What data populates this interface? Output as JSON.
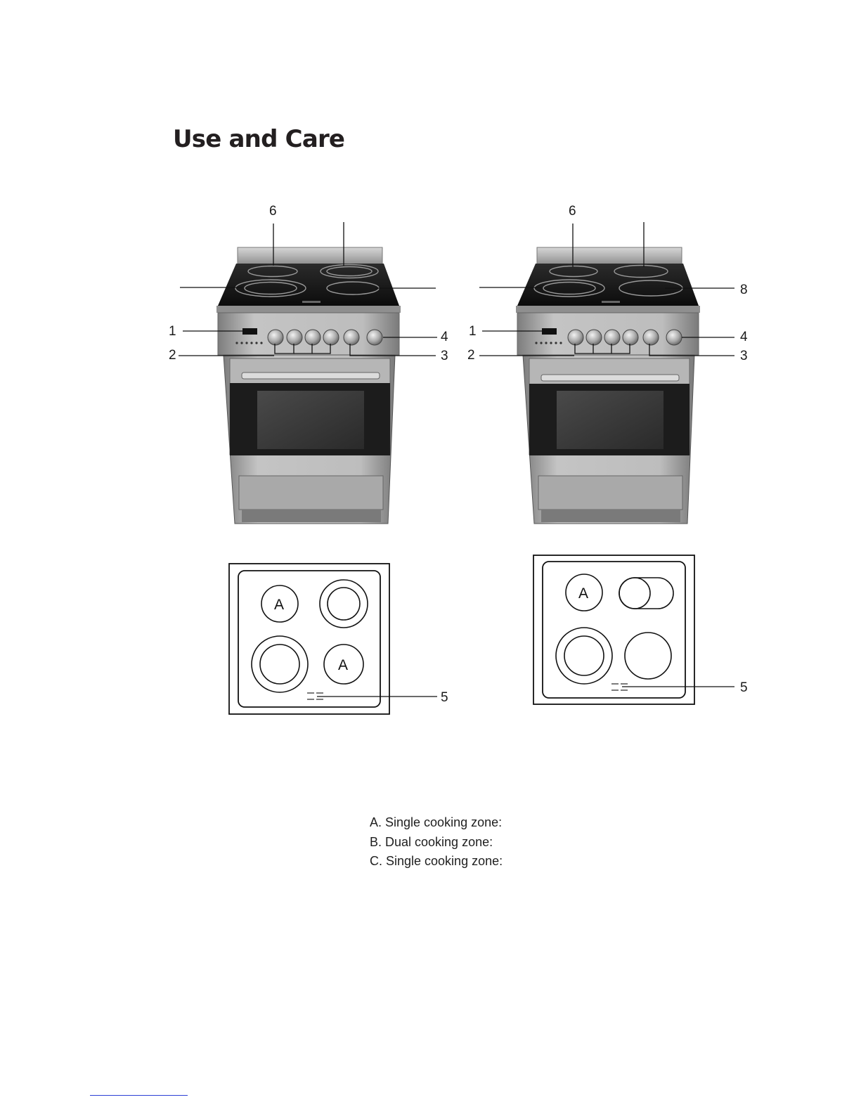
{
  "page": {
    "title": "Use and Care"
  },
  "callouts_left": {
    "n1": "1",
    "n2": "2",
    "n3": "3",
    "n4": "4",
    "n6": "6",
    "n5": "5",
    "zone_a1": "A",
    "zone_a2": "A"
  },
  "callouts_right": {
    "n1": "1",
    "n2": "2",
    "n3": "3",
    "n4": "4",
    "n6": "6",
    "n8": "8",
    "n5": "5",
    "zone_a": "A"
  },
  "legend": {
    "a": "A. Single cooking zone:",
    "b": "B. Dual cooking zone:",
    "c": "C. Single cooking zone:"
  },
  "colors": {
    "steel_light": "#c9c9c9",
    "steel_mid": "#9a9a9a",
    "steel_dark": "#6e6e6e",
    "glass_top": "#161616",
    "oven_window": "#3a3a3a",
    "footer_rule": "#2b3fd6"
  }
}
